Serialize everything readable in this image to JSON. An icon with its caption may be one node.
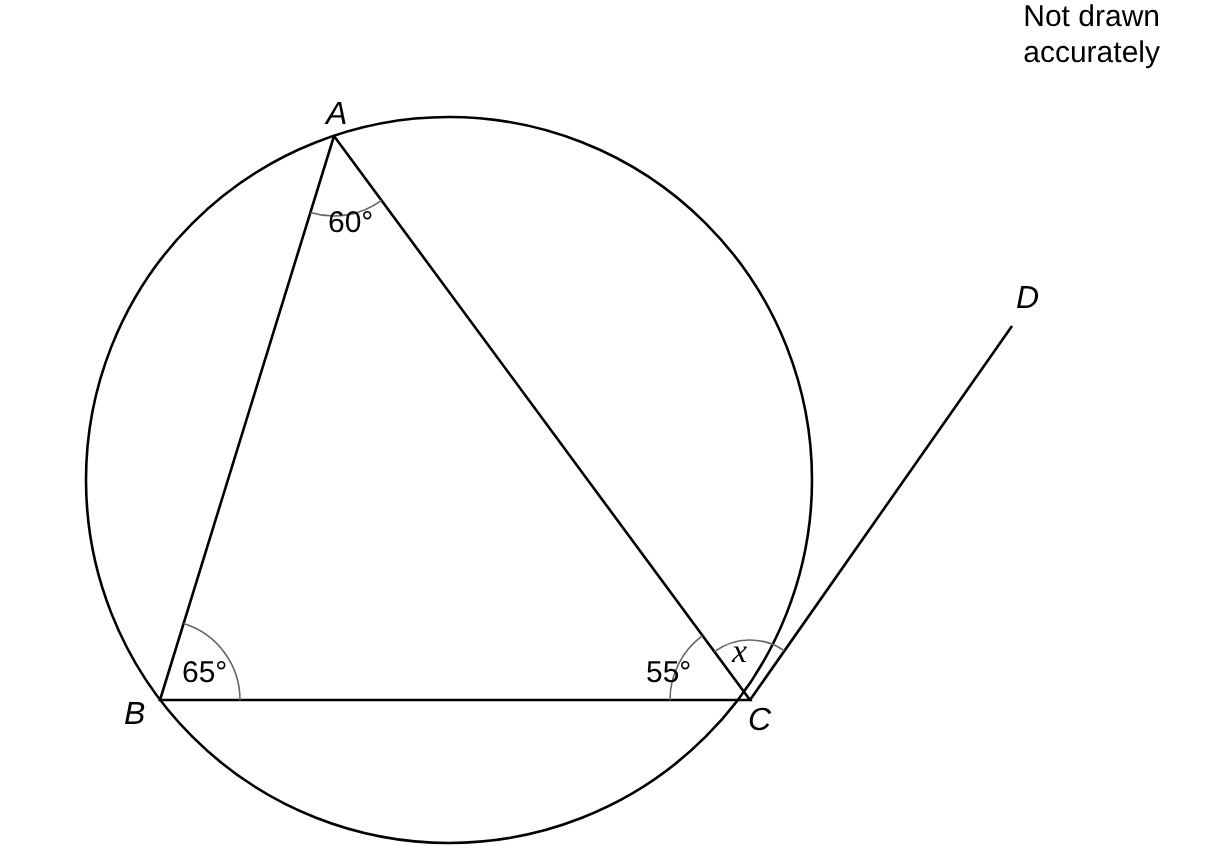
{
  "diagram": {
    "labels": [
      "Not drawn accurately",
      "A",
      "60°",
      "D",
      "B",
      "65°",
      "55°",
      "x",
      "C"
    ]
  }
}
